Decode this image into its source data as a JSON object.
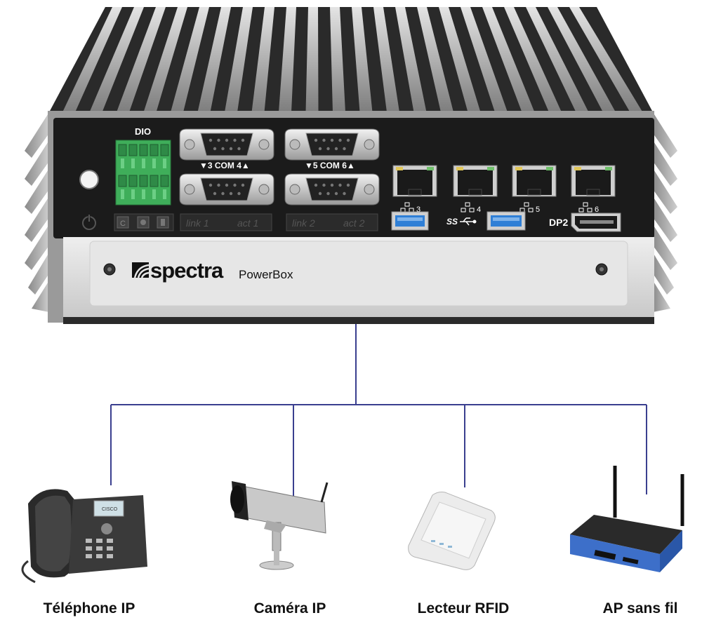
{
  "device": {
    "brand": "spectra",
    "model": "PowerBox",
    "dio_label": "DIO",
    "com_left": "▼3 COM 4▲",
    "com_right": "▼5 COM 6▲",
    "led_left": [
      "link 1",
      "act 1"
    ],
    "led_right": [
      "link 2",
      "act 2"
    ],
    "lan_ports": [
      "3",
      "4",
      "5",
      "6"
    ],
    "ss_label": "SS",
    "dp_label": "DP2"
  },
  "peripherals": [
    {
      "name": "Téléphone IP",
      "icon": "ip-phone-icon"
    },
    {
      "name": "Caméra IP",
      "icon": "ip-camera-icon"
    },
    {
      "name": "Lecteur RFID",
      "icon": "rfid-reader-icon"
    },
    {
      "name": "AP sans fil",
      "icon": "wireless-ap-icon"
    }
  ],
  "colors": {
    "connector_line": "#3a3f8f",
    "terminal_green": "#3fae5a",
    "usb_blue": "#2f7fd6",
    "chassis_dark": "#1c1c1c",
    "front_panel_silver": "#d9d9d9"
  }
}
